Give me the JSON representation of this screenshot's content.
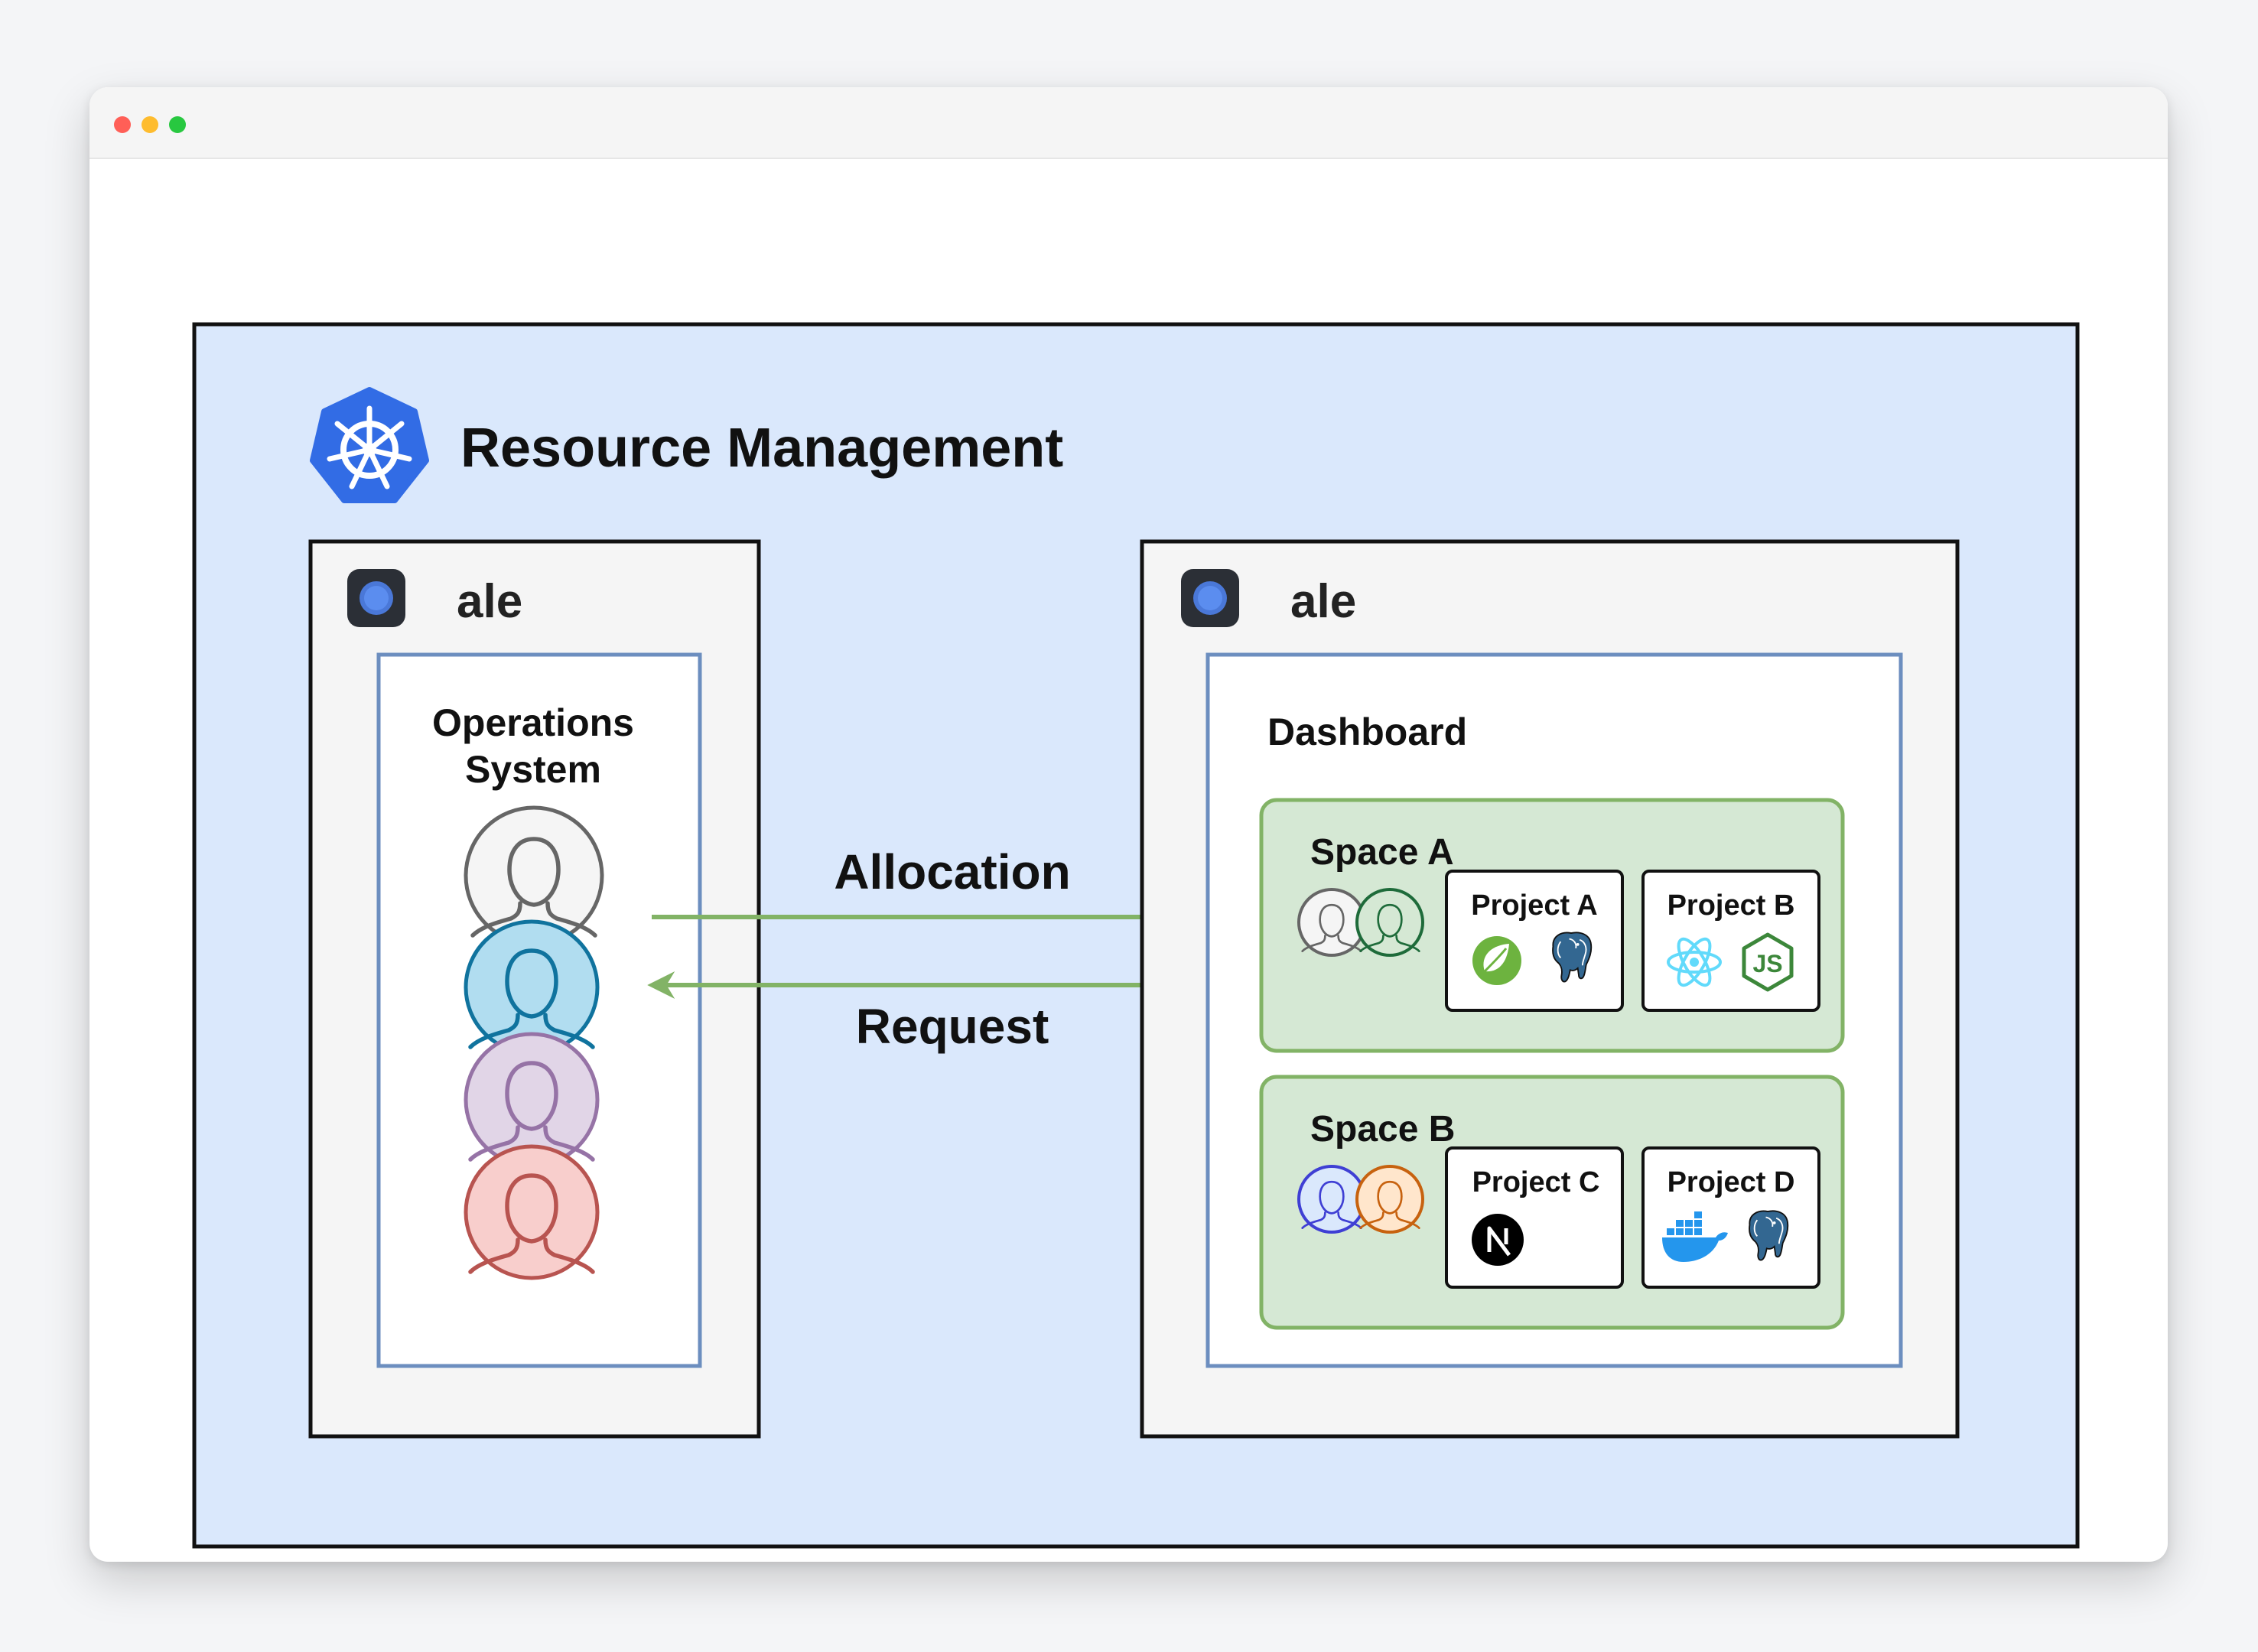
{
  "window": {
    "controls": [
      {
        "name": "close",
        "color": "#ff5f57"
      },
      {
        "name": "minimize",
        "color": "#febc2e"
      },
      {
        "name": "zoom",
        "color": "#28c840"
      }
    ]
  },
  "colors": {
    "outer_panel": "#dae8fc",
    "server_box": "#f5f5f5",
    "inner_panel_border": "#6c8ebf",
    "space_fill": "#d5e8d4",
    "space_border": "#82b366",
    "arrow": "#82b366",
    "kubernetes_blue": "#326ce5"
  },
  "diagram": {
    "title": "Resource Management",
    "title_icon": "kubernetes-icon",
    "left_server": {
      "brand": "ale",
      "brand_icon": "ale-logo-icon",
      "panel_title_line1": "Operations",
      "panel_title_line2": "System",
      "users": [
        {
          "icon": "user-icon",
          "stroke": "#666666",
          "fill": "#f5f5f5"
        },
        {
          "icon": "user-icon",
          "stroke": "#10739e",
          "fill": "#b1ddf0"
        },
        {
          "icon": "user-icon",
          "stroke": "#9673a6",
          "fill": "#e1d5e7"
        },
        {
          "icon": "user-icon",
          "stroke": "#b85450",
          "fill": "#f8cecc"
        }
      ]
    },
    "arrows": {
      "top_label": "Allocation",
      "bottom_label": "Request"
    },
    "right_server": {
      "brand": "ale",
      "brand_icon": "ale-logo-icon",
      "panel_title": "Dashboard",
      "spaces": [
        {
          "label": "Space A",
          "members": [
            {
              "icon": "user-icon",
              "stroke": "#666666"
            },
            {
              "icon": "user-icon",
              "stroke": "#1e6b3a"
            }
          ],
          "projects": [
            {
              "label": "Project A",
              "icons": [
                "spring-icon",
                "postgresql-icon"
              ]
            },
            {
              "label": "Project B",
              "icons": [
                "react-icon",
                "nodejs-icon"
              ]
            }
          ]
        },
        {
          "label": "Space B",
          "members": [
            {
              "icon": "user-icon",
              "stroke": "#3f3fd4"
            },
            {
              "icon": "user-icon",
              "stroke": "#c7620f"
            }
          ],
          "projects": [
            {
              "label": "Project C",
              "icons": [
                "nextjs-icon"
              ]
            },
            {
              "label": "Project D",
              "icons": [
                "docker-icon",
                "postgresql-icon"
              ]
            }
          ]
        }
      ]
    }
  }
}
